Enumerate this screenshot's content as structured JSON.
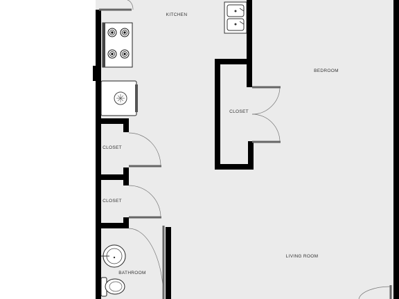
{
  "rooms": {
    "kitchen": "KITCHEN",
    "bedroom": "BEDROOM",
    "closet_center": "CLOSET",
    "closet_upper": "CLOSET",
    "closet_lower": "CLOSET",
    "living_room": "LIVING ROOM",
    "bathroom": "BATHROOM"
  },
  "fixtures": {
    "stove": "stove-icon",
    "washer": "washer-icon",
    "sink": "double-sink-icon",
    "bath_sink": "bathroom-sink-icon",
    "toilet": "toilet-icon"
  },
  "colors": {
    "floor": "#ebebeb",
    "wall": "#000000",
    "door_swing": "#777777",
    "door_leaf": "#666666",
    "background": "#ffffff"
  }
}
